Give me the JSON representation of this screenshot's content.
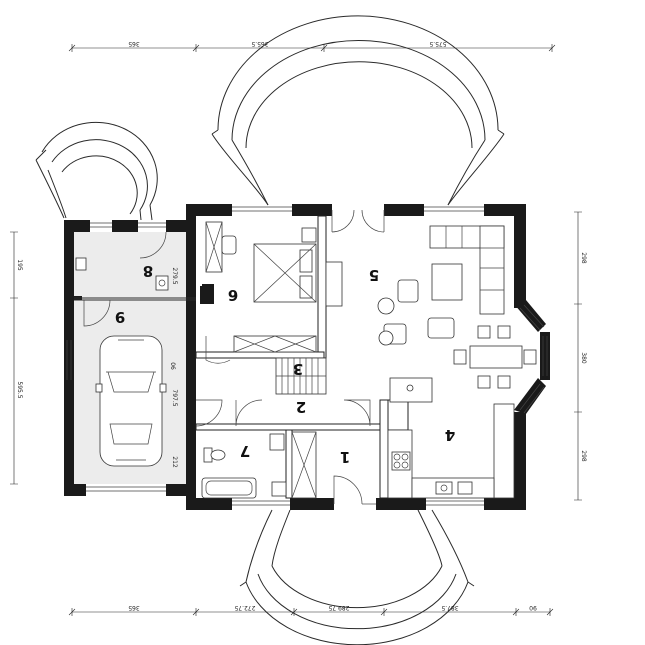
{
  "rooms": [
    {
      "id": "1",
      "label": "1"
    },
    {
      "id": "2",
      "label": "2"
    },
    {
      "id": "3",
      "label": "3"
    },
    {
      "id": "4",
      "label": "4"
    },
    {
      "id": "5",
      "label": "5"
    },
    {
      "id": "6",
      "label": "6"
    },
    {
      "id": "7",
      "label": "7"
    },
    {
      "id": "8",
      "label": "8"
    },
    {
      "id": "9",
      "label": "9"
    }
  ],
  "dimensions": {
    "top": [
      "365",
      "365.5",
      "575.5"
    ],
    "bottom": [
      "365",
      "272.75",
      "289.75",
      "387.5",
      "90"
    ],
    "left": [
      "195",
      "595.5"
    ],
    "right": [
      "298",
      "380",
      "298"
    ],
    "inner": [
      "279.5",
      "06",
      "797.5",
      "212"
    ]
  },
  "colors": {
    "wall": "#1a1a1a",
    "garage_floor": "#ececec",
    "background": "#ffffff"
  },
  "icons": [
    "car-icon",
    "bathtub-icon",
    "toilet-icon",
    "stove-icon",
    "sink-icon",
    "bed-icon",
    "sofa-icon",
    "armchair-icon",
    "dining-table-icon",
    "staircase-icon"
  ]
}
